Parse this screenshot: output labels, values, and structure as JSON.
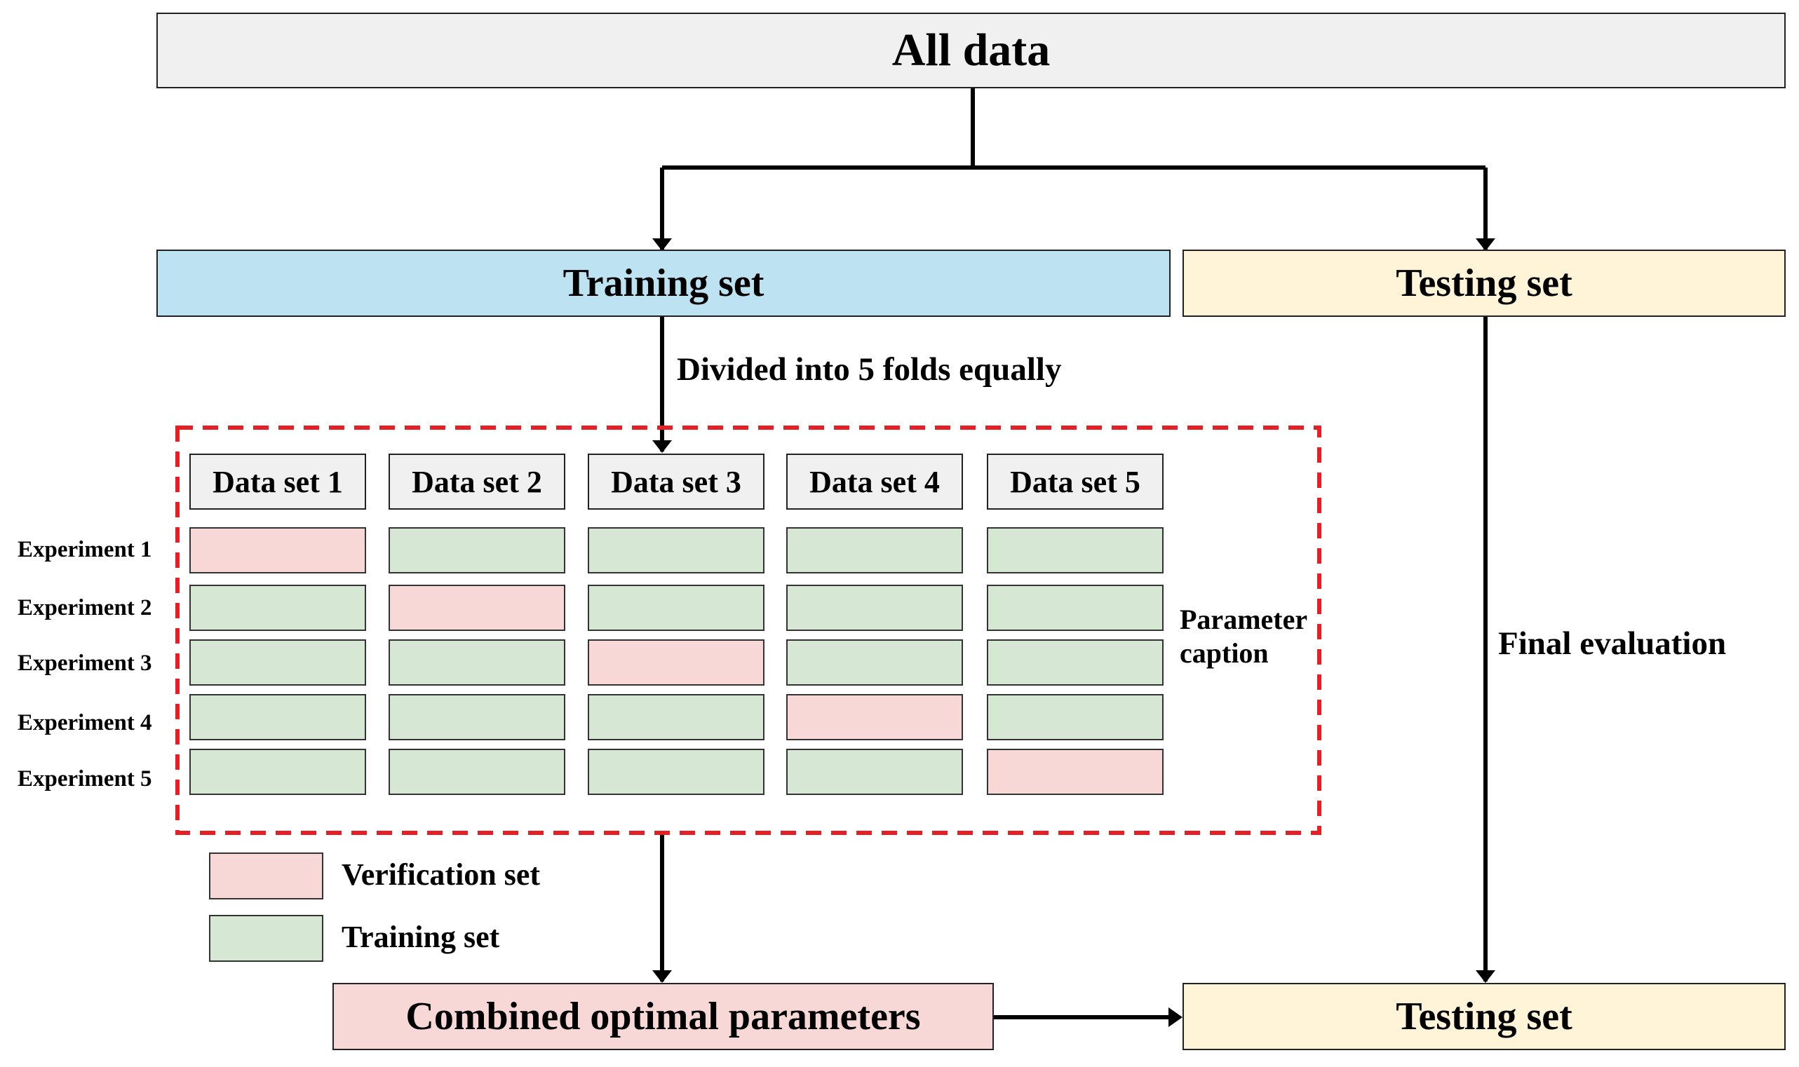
{
  "colors": {
    "all_data_fill": "#f0f0f0",
    "training_fill": "#bde3f3",
    "testing_fill": "#fff3d8",
    "verification_fill": "#f8d7d7",
    "training_cell_fill": "#d6e8d4",
    "combined_fill": "#f8d7d7",
    "dashed_border": "#e81e25",
    "line": "#000000"
  },
  "top": {
    "all_data": "All data"
  },
  "split": {
    "training": "Training set",
    "testing": "Testing set"
  },
  "annotations": {
    "divided": "Divided into 5 folds equally",
    "final_evaluation": "Final evaluation",
    "parameter_caption_line1": "Parameter",
    "parameter_caption_line2": "caption"
  },
  "grid": {
    "datasets": [
      "Data set 1",
      "Data set 2",
      "Data set 3",
      "Data set 4",
      "Data set 5"
    ],
    "experiments": [
      {
        "label": "Experiment 1",
        "verification_index": 0
      },
      {
        "label": "Experiment 2",
        "verification_index": 1
      },
      {
        "label": "Experiment 3",
        "verification_index": 2
      },
      {
        "label": "Experiment 4",
        "verification_index": 3
      },
      {
        "label": "Experiment 5",
        "verification_index": 4
      }
    ]
  },
  "legend": {
    "verification": "Verification set",
    "training": "Training set"
  },
  "bottom": {
    "combined": "Combined optimal parameters",
    "testing": "Testing set"
  }
}
